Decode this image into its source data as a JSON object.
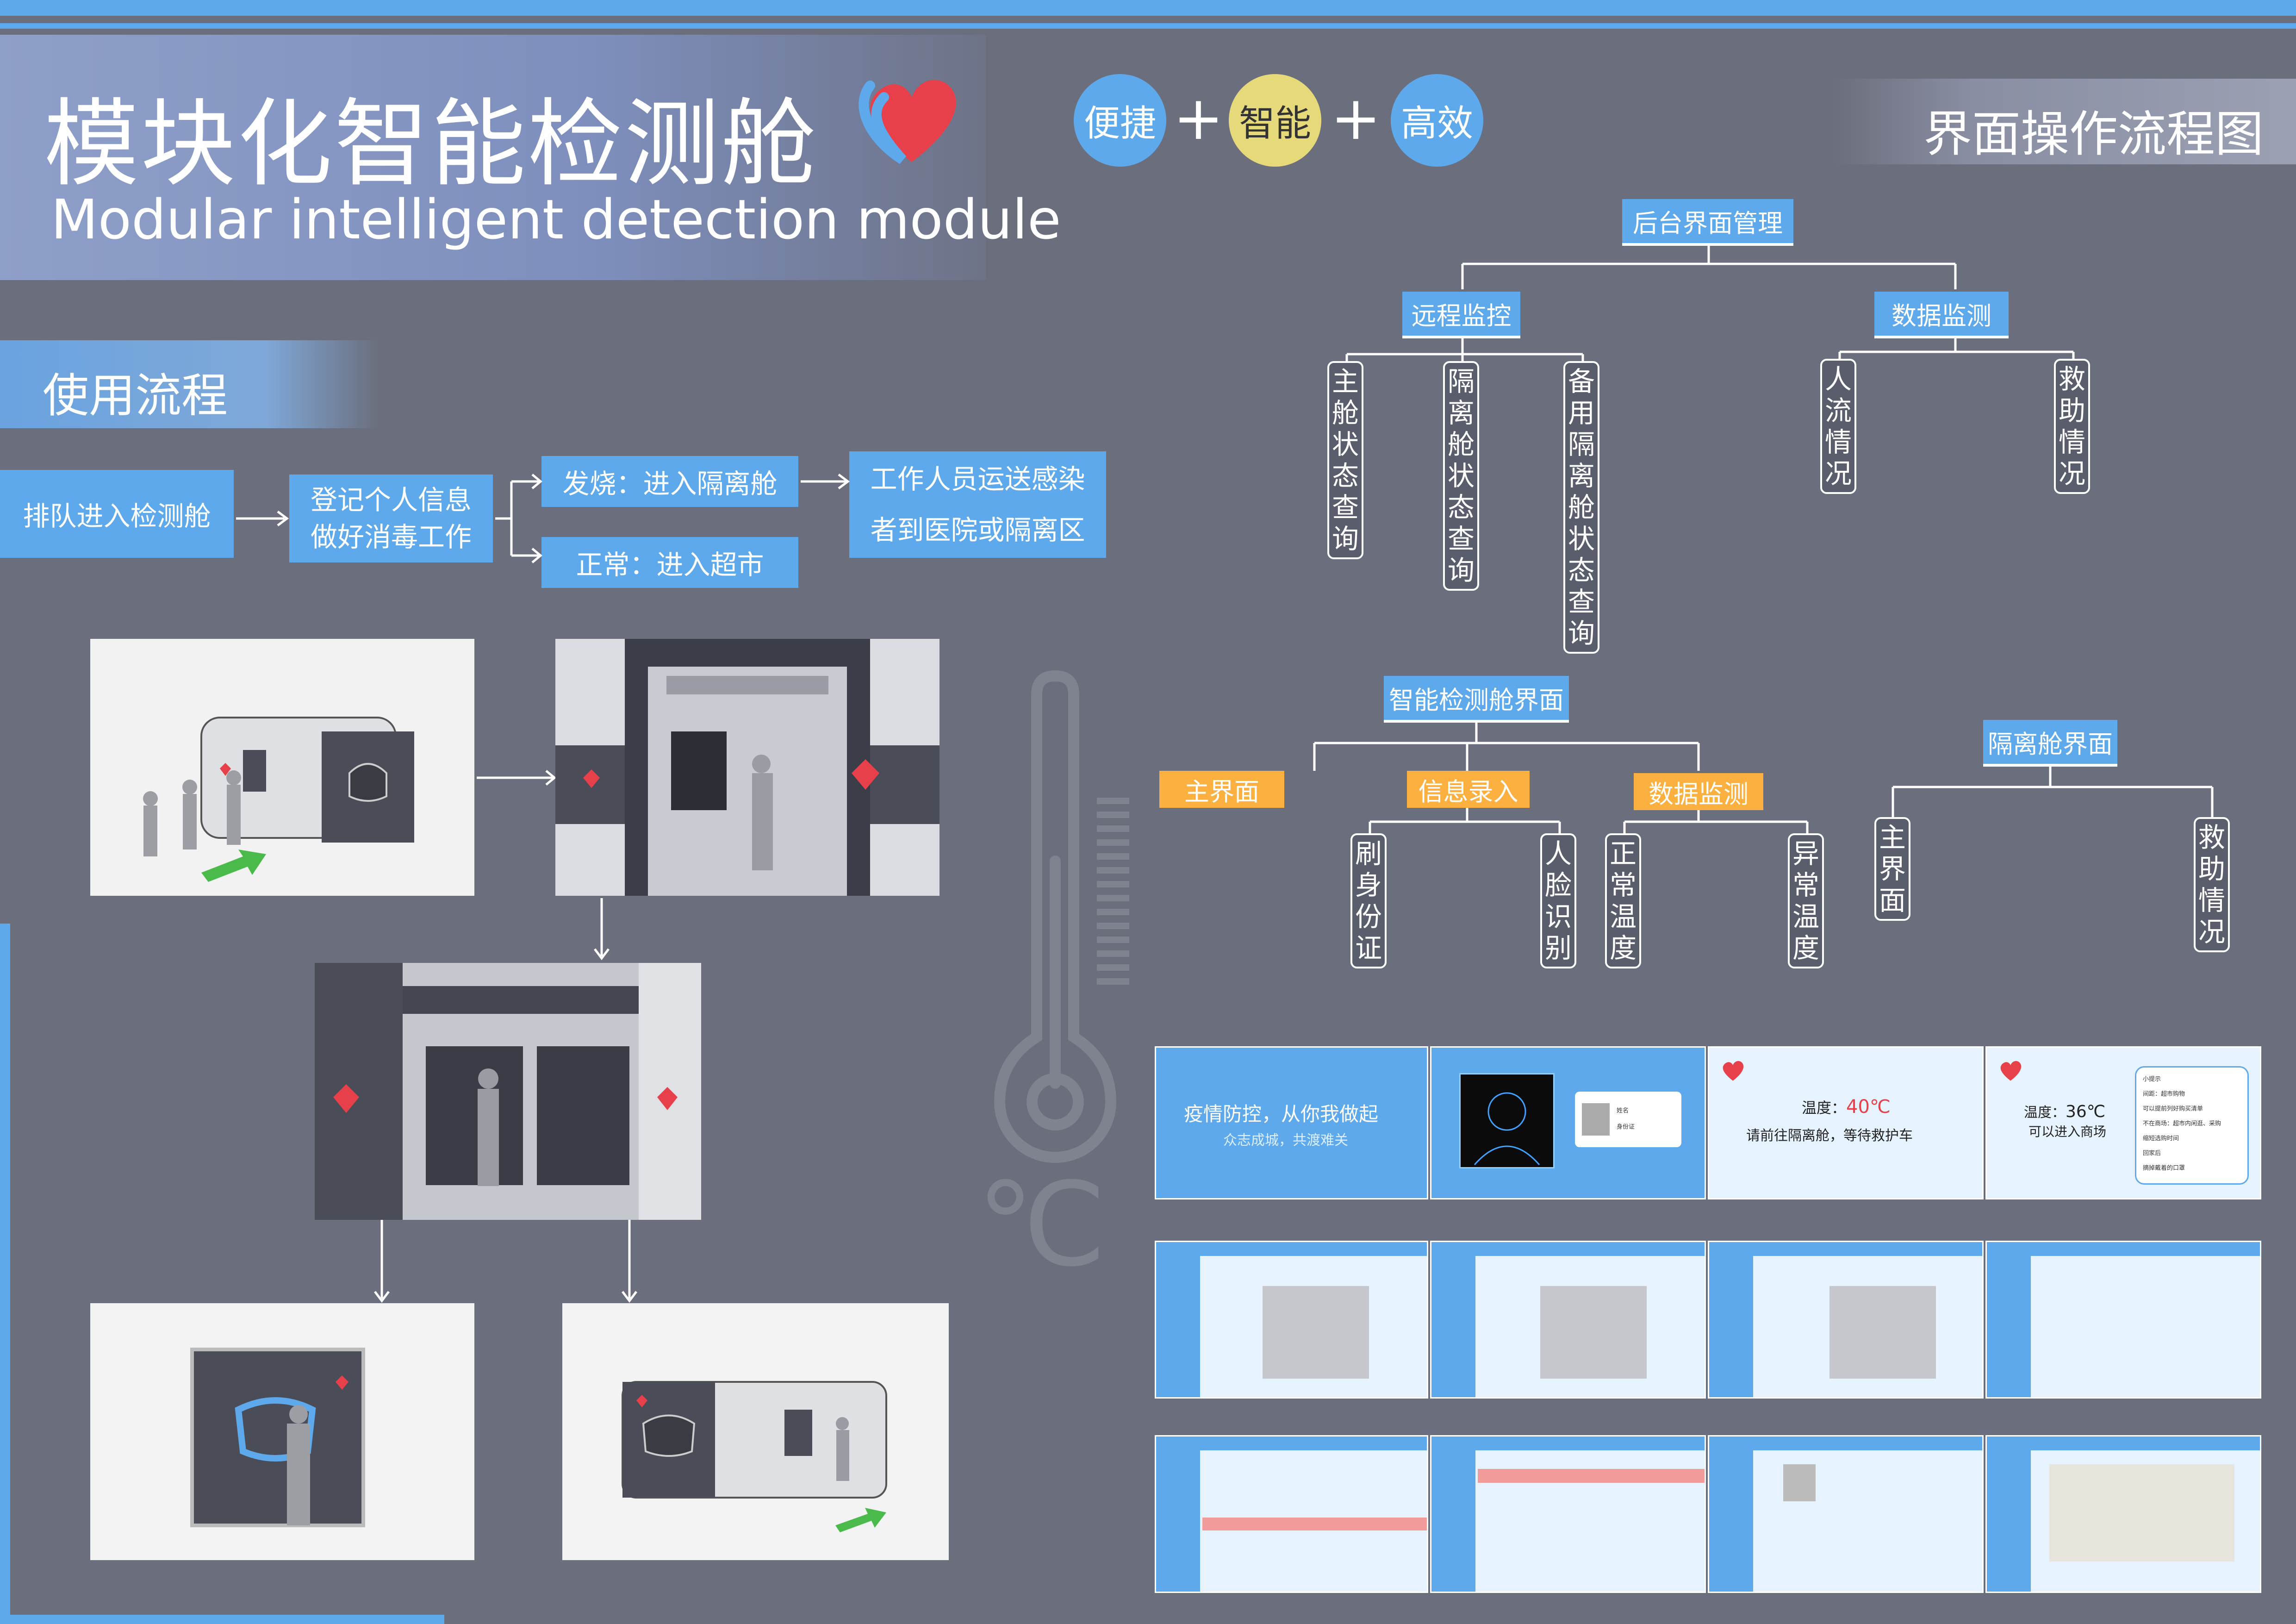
{
  "header": {
    "title_cn": "模块化智能检测舱",
    "title_en": "Modular intelligent detection module",
    "pills": [
      "便捷",
      "智能",
      "高效"
    ],
    "plus": "+",
    "right_title": "界面操作流程图"
  },
  "colors": {
    "accent": "#5ea9ec",
    "yellow": "#e6d97a",
    "orange": "#fbb040",
    "bg": "#6b6e7c",
    "heart": "#e8404a"
  },
  "usage": {
    "section_title": "使用流程",
    "step1": "排队进入检测舱",
    "step2_line1": "登记个人信息",
    "step2_line2": "做好消毒工作",
    "fever": "发烧：进入隔离舱",
    "normal": "正常：进入超市",
    "step4_line1": "工作人员运送感染",
    "step4_line2": "者到医院或隔离区"
  },
  "thermometer": {
    "unit": "℃"
  },
  "tree_backend": {
    "root": "后台界面管理",
    "branches": [
      {
        "label": "远程监控",
        "leaves": [
          "主舱状态查询",
          "隔离舱状态查询",
          "备用隔离舱状态查询"
        ]
      },
      {
        "label": "数据监测",
        "leaves": [
          "人流情况",
          "救助情况"
        ]
      }
    ]
  },
  "tree_module": {
    "root": "智能检测舱界面",
    "branches": [
      {
        "label": "主界面",
        "leaves": []
      },
      {
        "label": "信息录入",
        "leaves": [
          "刷身份证",
          "人脸识别"
        ]
      },
      {
        "label": "数据监测",
        "leaves": [
          "正常温度",
          "异常温度"
        ]
      }
    ]
  },
  "tree_isolation": {
    "root": "隔离舱界面",
    "leaves": [
      "主界面",
      "救助情况"
    ]
  },
  "screens": {
    "s1_line1": "疫情防控，从你我做起",
    "s1_line2": "众志成城，共渡难关",
    "s2_name": "姓名",
    "s2_id": "身份证",
    "s3_temp_label": "温度：",
    "s3_temp": "40℃",
    "s3_msg": "请前往隔离舱，等待救护车",
    "s4_temp_label": "温度：",
    "s4_temp": "36℃",
    "s4_msg": "可以进入商场",
    "s4_list": [
      "小提示",
      "间距：超市购物",
      "可以提前列好购买清单",
      "不在商场：超市内闲逛、采购",
      "缩短选购时间",
      "回家后",
      "摘掉戴着的口罩"
    ]
  }
}
